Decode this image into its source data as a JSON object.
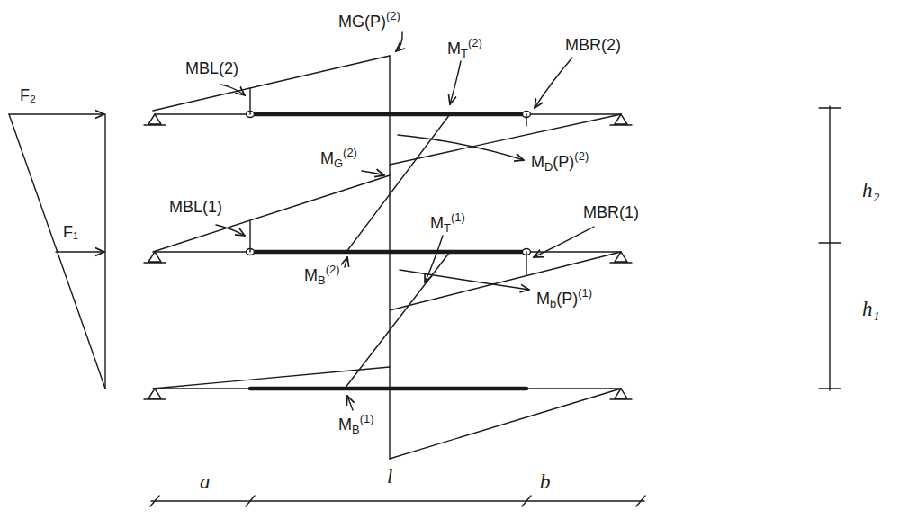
{
  "diagram": {
    "labels": [
      "MBL(2)",
      "MG(P)",
      "(2)",
      "M",
      "T",
      "(2)",
      "MBR(2)",
      "F₂",
      "M",
      "G",
      "(2)",
      "M",
      "D",
      "(P)",
      "(2)",
      "h₂",
      "MBL(1)",
      "F₁",
      "M",
      "T",
      "(1)",
      "MBR(1)",
      "M",
      "B",
      "(2)",
      "M",
      "b",
      "(P)",
      "(1)",
      "h₁",
      "M",
      "B",
      "(1)",
      "a",
      "l",
      "b"
    ]
  }
}
